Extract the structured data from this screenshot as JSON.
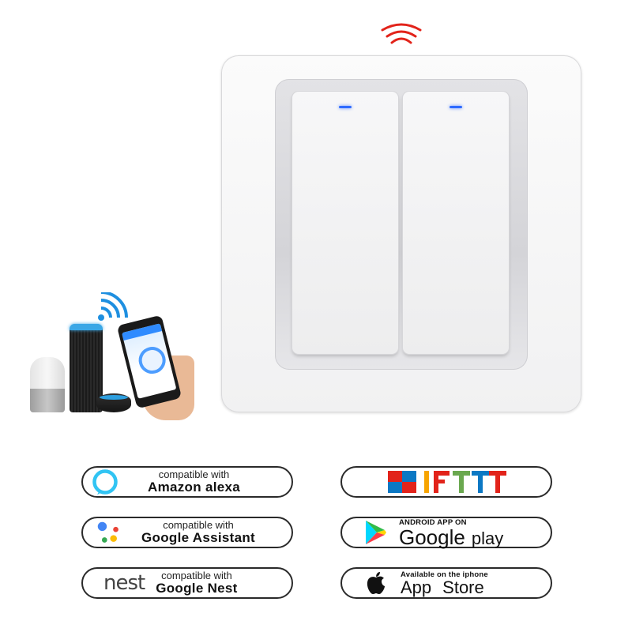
{
  "switch": {
    "gang_count": 2,
    "led_color": "#2f6bff",
    "signal_icon": "wifi-signal-icon"
  },
  "devices": {
    "items": [
      "google-home-speaker",
      "amazon-echo",
      "echo-dot",
      "smartphone"
    ],
    "signal_icon": "wifi-icon"
  },
  "badges": {
    "alexa": {
      "line1": "compatible with",
      "line2": "Amazon alexa",
      "icon": "alexa-ring-icon",
      "accent": "#31c4f3"
    },
    "google_assistant": {
      "line1": "compatible with",
      "line2": "Google Assistant",
      "icon": "google-assistant-dots-icon"
    },
    "nest": {
      "logo": "nest",
      "line1": "compatible with",
      "line2": "Google Nest"
    },
    "ifttt": {
      "logo": "IFTTT",
      "icon": "ifttt-mark-icon"
    },
    "google_play": {
      "line1": "ANDROID APP ON",
      "line2a": "Google",
      "line2b": "play",
      "icon": "google-play-triangle-icon"
    },
    "app_store": {
      "line1": "Available on the iphone",
      "line2a": "App",
      "line2b": "Store",
      "icon": "apple-icon"
    }
  }
}
